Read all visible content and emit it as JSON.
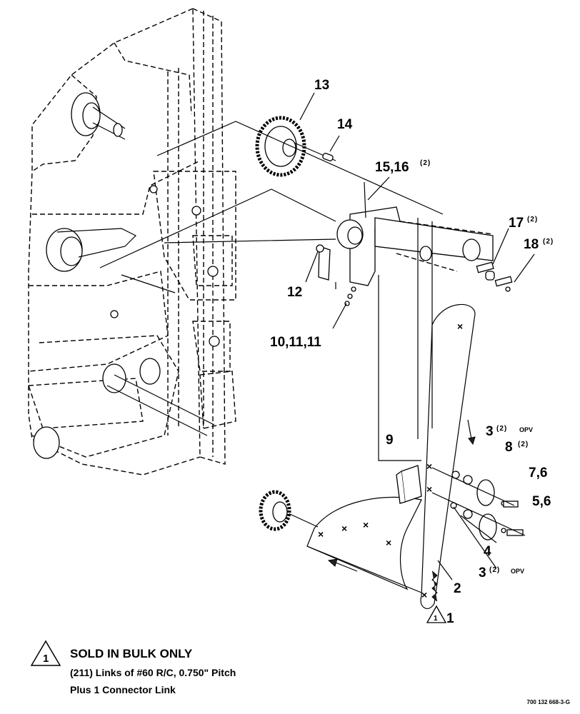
{
  "callouts": {
    "c13": "13",
    "c14": "14",
    "c15_16": "15,16",
    "c15_16_qty": "(2)",
    "c17": "17",
    "c17_qty": "(2)",
    "c18": "18",
    "c18_qty": "(2)",
    "c12": "12",
    "c10_11_11": "10,11,11",
    "c9": "9",
    "c3_top": "3",
    "c3_top_qty": "(2)",
    "c3_top_opv": "OPV",
    "c8": "8",
    "c8_qty": "(2)",
    "c7_6": "7,6",
    "c5_6": "5,6",
    "c4": "4",
    "c3_bottom": "3",
    "c3_bottom_qty": "(2)",
    "c3_bottom_opv": "OPV",
    "c2": "2",
    "c1": "1",
    "c1_note_marker": "1"
  },
  "legend": {
    "marker": "1",
    "title": "SOLD IN BULK ONLY",
    "line1": "(211) Links of #60 R/C, 0.750\" Pitch",
    "line2": "Plus 1 Connector Link"
  },
  "figure_id": "700 132 668-3-G"
}
